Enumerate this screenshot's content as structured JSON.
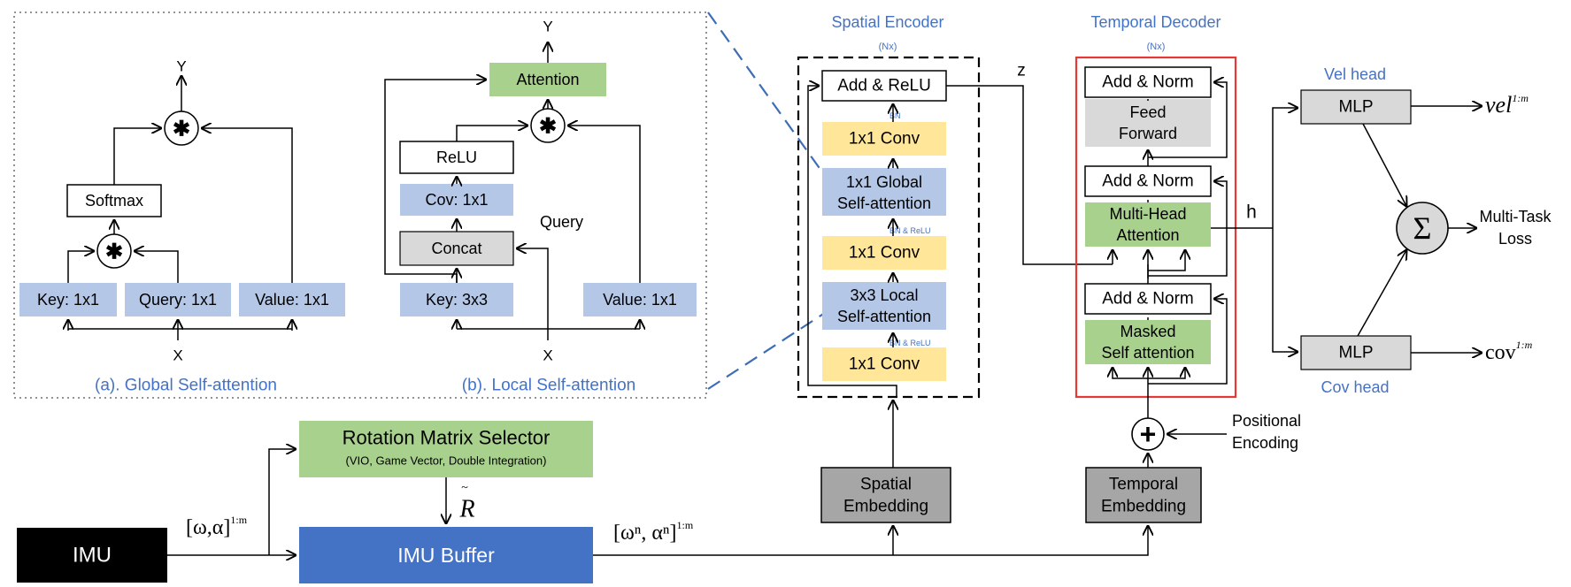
{
  "colors": {
    "yellow_block": "#ffe699",
    "blue_block": "#b4c7e7",
    "green_block": "#a9d18e",
    "gray_block": "#d9d9d9",
    "embed_block": "#a6a6a6",
    "imu_buffer": "#4472c4",
    "imu": "#000000",
    "caption_blue": "#4472c4",
    "decoder_border": "#e53935"
  },
  "global_sa": {
    "y_label": "Y",
    "x_label": "X",
    "mult_symbol": "✱",
    "softmax": "Softmax",
    "key": "Key: 1x1",
    "query": "Query: 1x1",
    "value": "Value: 1x1",
    "caption": "(a). Global Self-attention"
  },
  "local_sa": {
    "y_label": "Y",
    "x_label": "X",
    "mult_symbol": "✱",
    "attention": "Attention",
    "relu": "ReLU",
    "conv": "Cov: 1x1",
    "concat": "Concat",
    "query_label": "Query",
    "key": "Key: 3x3",
    "value": "Value: 1x1",
    "caption": "(b). Local Self-attention"
  },
  "encoder": {
    "title": "Spatial Encoder",
    "nx": "(Nx)",
    "add_relu": "Add & ReLU",
    "conv_top": "1x1 Conv",
    "global_sa_1": "1x1 Global",
    "global_sa_2": "Self-attention",
    "conv_mid": "1x1 Conv",
    "local_sa_1": "3x3 Local",
    "local_sa_2": "Self-attention",
    "conv_bottom": "1x1 Conv",
    "bn": "BN",
    "bn_relu_1": "BN & ReLU",
    "bn_relu_2": "BN & ReLU",
    "z_label": "z",
    "embedding_1": "Spatial",
    "embedding_2": "Embedding"
  },
  "decoder": {
    "title": "Temporal Decoder",
    "nx": "(Nx)",
    "add_norm_top": "Add & Norm",
    "ff_1": "Feed",
    "ff_2": "Forward",
    "add_norm_mid": "Add & Norm",
    "mha_1": "Multi-Head",
    "mha_2": "Attention",
    "add_norm_bottom": "Add & Norm",
    "masked_1": "Masked",
    "masked_2": "Self attention",
    "plus_symbol": "+",
    "pos_enc_1": "Positional",
    "pos_enc_2": "Encoding",
    "embedding_1": "Temporal",
    "embedding_2": "Embedding"
  },
  "heads": {
    "h_label": "h",
    "vel_head": "Vel head",
    "cov_head": "Cov head",
    "mlp_top": "MLP",
    "mlp_bottom": "MLP",
    "vel_output": "vel",
    "vel_sup": "1:m",
    "cov_output": "cov",
    "cov_sup": "1:m",
    "sum_symbol": "Σ",
    "loss_1": "Multi-Task",
    "loss_2": "Loss"
  },
  "imu": {
    "imu_label": "IMU",
    "buffer_label": "IMU Buffer",
    "selector_title": "Rotation Matrix Selector",
    "selector_sub": "(VIO, Game Vector, Double Integration)",
    "r_label": "R",
    "r_tilde": "~",
    "raw_input": "[ω,α]",
    "raw_sup": "1:m",
    "buffered_input": "[ωⁿ, αⁿ]",
    "buffered_sup": "1:m"
  }
}
